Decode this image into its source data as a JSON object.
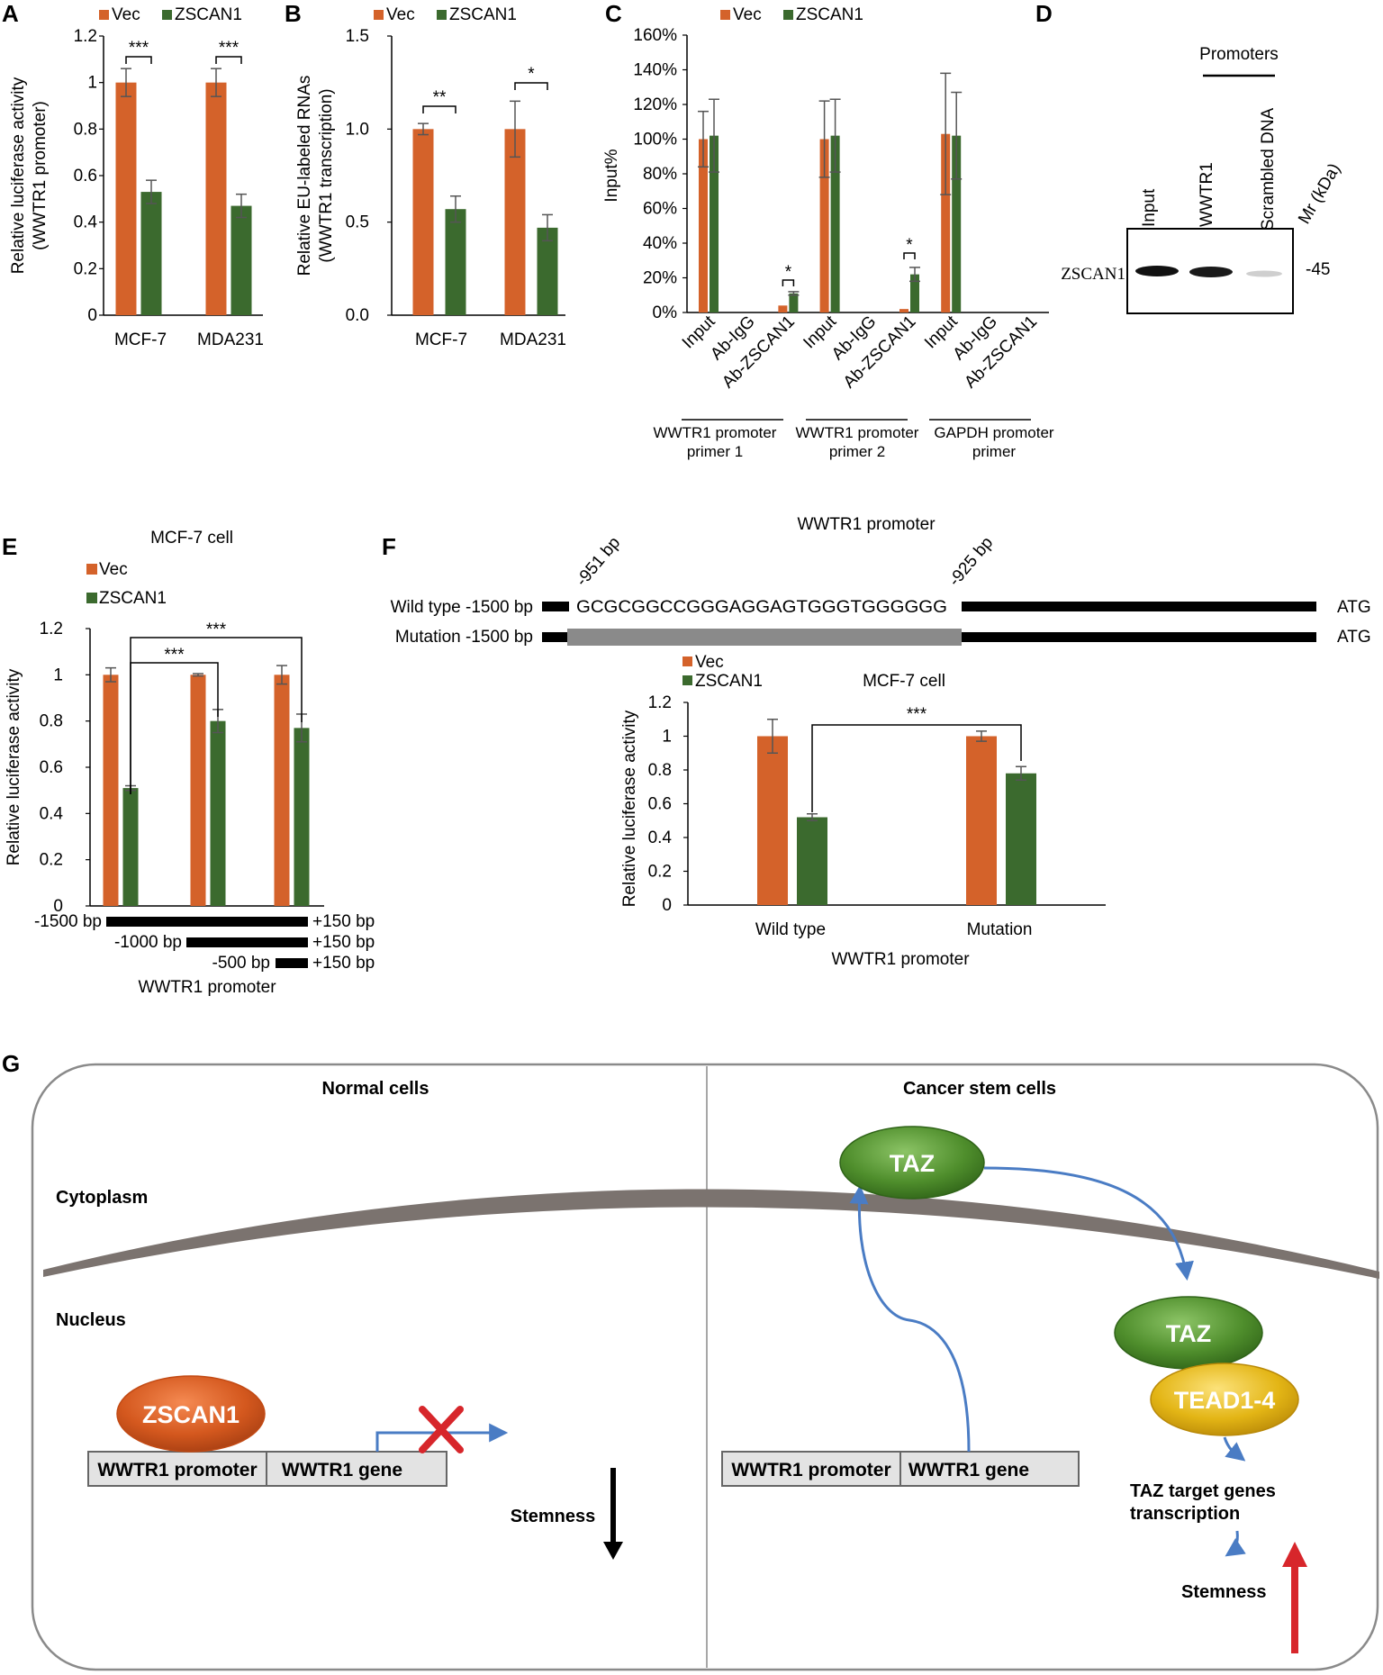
{
  "colors": {
    "vec": "#D4622A",
    "zscan": "#3B6A2E",
    "axis": "#000000",
    "gel_bg": "#ffffff"
  },
  "panel_labels": {
    "A": "A",
    "B": "B",
    "C": "C",
    "D": "D",
    "E": "E",
    "F": "F",
    "G": "G"
  },
  "legend": {
    "vec": "Vec",
    "zscan": "ZSCAN1"
  },
  "chart_data": [
    {
      "id": "A",
      "type": "bar",
      "categories": [
        "MCF-7",
        "MDA231"
      ],
      "series": [
        {
          "name": "Vec",
          "values": [
            1.0,
            1.0
          ],
          "errors": [
            0.06,
            0.06
          ]
        },
        {
          "name": "ZSCAN1",
          "values": [
            0.53,
            0.47
          ],
          "errors": [
            0.05,
            0.05
          ]
        }
      ],
      "ylabel": "Relative luciferase activity\n(WWTR1 promoter)",
      "ylabel_lines": [
        "Relative luciferase activity",
        "(WWTR1 promoter)"
      ],
      "ylim": [
        0,
        1.2
      ],
      "yticks": [
        "0",
        "0.2",
        "0.4",
        "0.6",
        "0.8",
        "1",
        "1.2"
      ],
      "significance": [
        "***",
        "***"
      ]
    },
    {
      "id": "B",
      "type": "bar",
      "categories": [
        "MCF-7",
        "MDA231"
      ],
      "series": [
        {
          "name": "Vec",
          "values": [
            1.0,
            1.0
          ],
          "errors": [
            0.03,
            0.15
          ]
        },
        {
          "name": "ZSCAN1",
          "values": [
            0.57,
            0.47
          ],
          "errors": [
            0.07,
            0.07
          ]
        }
      ],
      "ylabel_lines": [
        "Relative EU-labeled RNAs",
        "(WWTR1 transcription)"
      ],
      "ylim": [
        0,
        1.5
      ],
      "yticks": [
        "0.0",
        "0.5",
        "1.0",
        "1.5"
      ],
      "significance": [
        "**",
        "*"
      ]
    },
    {
      "id": "C",
      "type": "bar",
      "categories": [
        "Input",
        "Ab-IgG",
        "Ab-ZSCAN1",
        "Input",
        "Ab-IgG",
        "Ab-ZSCAN1",
        "Input",
        "Ab-IgG",
        "Ab-ZSCAN1"
      ],
      "groups": [
        {
          "lines": [
            "WWTR1 promoter",
            "primer 1"
          ]
        },
        {
          "lines": [
            "WWTR1 promoter",
            "primer 2"
          ]
        },
        {
          "lines": [
            "GAPDH  promoter",
            "primer"
          ]
        }
      ],
      "series": [
        {
          "name": "Vec",
          "values": [
            100,
            0,
            4,
            100,
            0,
            2,
            103,
            0,
            0
          ],
          "errors": [
            16,
            0,
            0,
            22,
            0,
            0,
            35,
            0,
            0
          ]
        },
        {
          "name": "ZSCAN1",
          "values": [
            102,
            0,
            11,
            102,
            0,
            22,
            102,
            0,
            0
          ],
          "errors": [
            21,
            0,
            1,
            21,
            0,
            4,
            25,
            0,
            0
          ]
        }
      ],
      "ylabel": "Input%",
      "ylim": [
        0,
        160
      ],
      "yticks": [
        "0%",
        "20%",
        "40%",
        "60%",
        "80%",
        "100%",
        "120%",
        "140%",
        "160%"
      ],
      "significance": [
        "*",
        "*"
      ]
    },
    {
      "id": "E",
      "type": "bar",
      "title": "MCF-7 cell",
      "categories": [
        "-1500 bp",
        "-1000 bp",
        "-500 bp"
      ],
      "series": [
        {
          "name": "Vec",
          "values": [
            1.0,
            1.0,
            1.0
          ],
          "errors": [
            0.03,
            0.005,
            0.04
          ]
        },
        {
          "name": "ZSCAN1",
          "values": [
            0.51,
            0.8,
            0.77
          ],
          "errors": [
            0.01,
            0.05,
            0.06
          ]
        }
      ],
      "ylabel": "Relative luciferase activity",
      "ylim": [
        0,
        1.2
      ],
      "yticks": [
        "0",
        "0.2",
        "0.4",
        "0.6",
        "0.8",
        "1",
        "1.2"
      ],
      "significance": [
        "***",
        "***"
      ],
      "constructs": [
        {
          "start": "-1500 bp",
          "end": "+150 bp"
        },
        {
          "start": "-1000 bp",
          "end": "+150 bp"
        },
        {
          "start": "-500 bp",
          "end": "+150 bp"
        }
      ],
      "xlabel": "WWTR1 promoter"
    },
    {
      "id": "F",
      "type": "bar",
      "title": "MCF-7 cell",
      "categories": [
        "Wild type",
        "Mutation"
      ],
      "series": [
        {
          "name": "Vec",
          "values": [
            1.0,
            1.0
          ],
          "errors": [
            0.1,
            0.03
          ]
        },
        {
          "name": "ZSCAN1",
          "values": [
            0.52,
            0.78
          ],
          "errors": [
            0.02,
            0.04
          ]
        }
      ],
      "ylabel": "Relative luciferase activity",
      "ylim": [
        0,
        1.2
      ],
      "yticks": [
        "0",
        "0.2",
        "0.4",
        "0.6",
        "0.8",
        "1",
        "1.2"
      ],
      "significance": [
        "***"
      ],
      "xlabel": "WWTR1 promoter"
    }
  ],
  "panelD": {
    "header": "Promoters",
    "lanes": [
      "Input",
      "WWTR1",
      "Scrambled DNA"
    ],
    "mr_label": "Mr (kDa)",
    "band_label": "ZSCAN1",
    "marker": "-45"
  },
  "panelF": {
    "title": "WWTR1 promoter",
    "pos1": "-951 bp",
    "pos2": "-925 bp",
    "wt_label": "Wild type -1500 bp",
    "mut_label": "Mutation -1500 bp",
    "sequence": "GCGCGGCCGGGAGGAGTGGGTGGGGGG",
    "atg": "ATG"
  },
  "panelG": {
    "left_title": "Normal cells",
    "right_title": "Cancer stem cells",
    "cytoplasm": "Cytoplasm",
    "nucleus": "Nucleus",
    "zscan1": "ZSCAN1",
    "promoter": "WWTR1 promoter",
    "gene": "WWTR1 gene",
    "stemness": "Stemness",
    "taz": "TAZ",
    "tead": "TEAD1-4",
    "target_lines": [
      "TAZ target genes",
      "transcription"
    ]
  }
}
